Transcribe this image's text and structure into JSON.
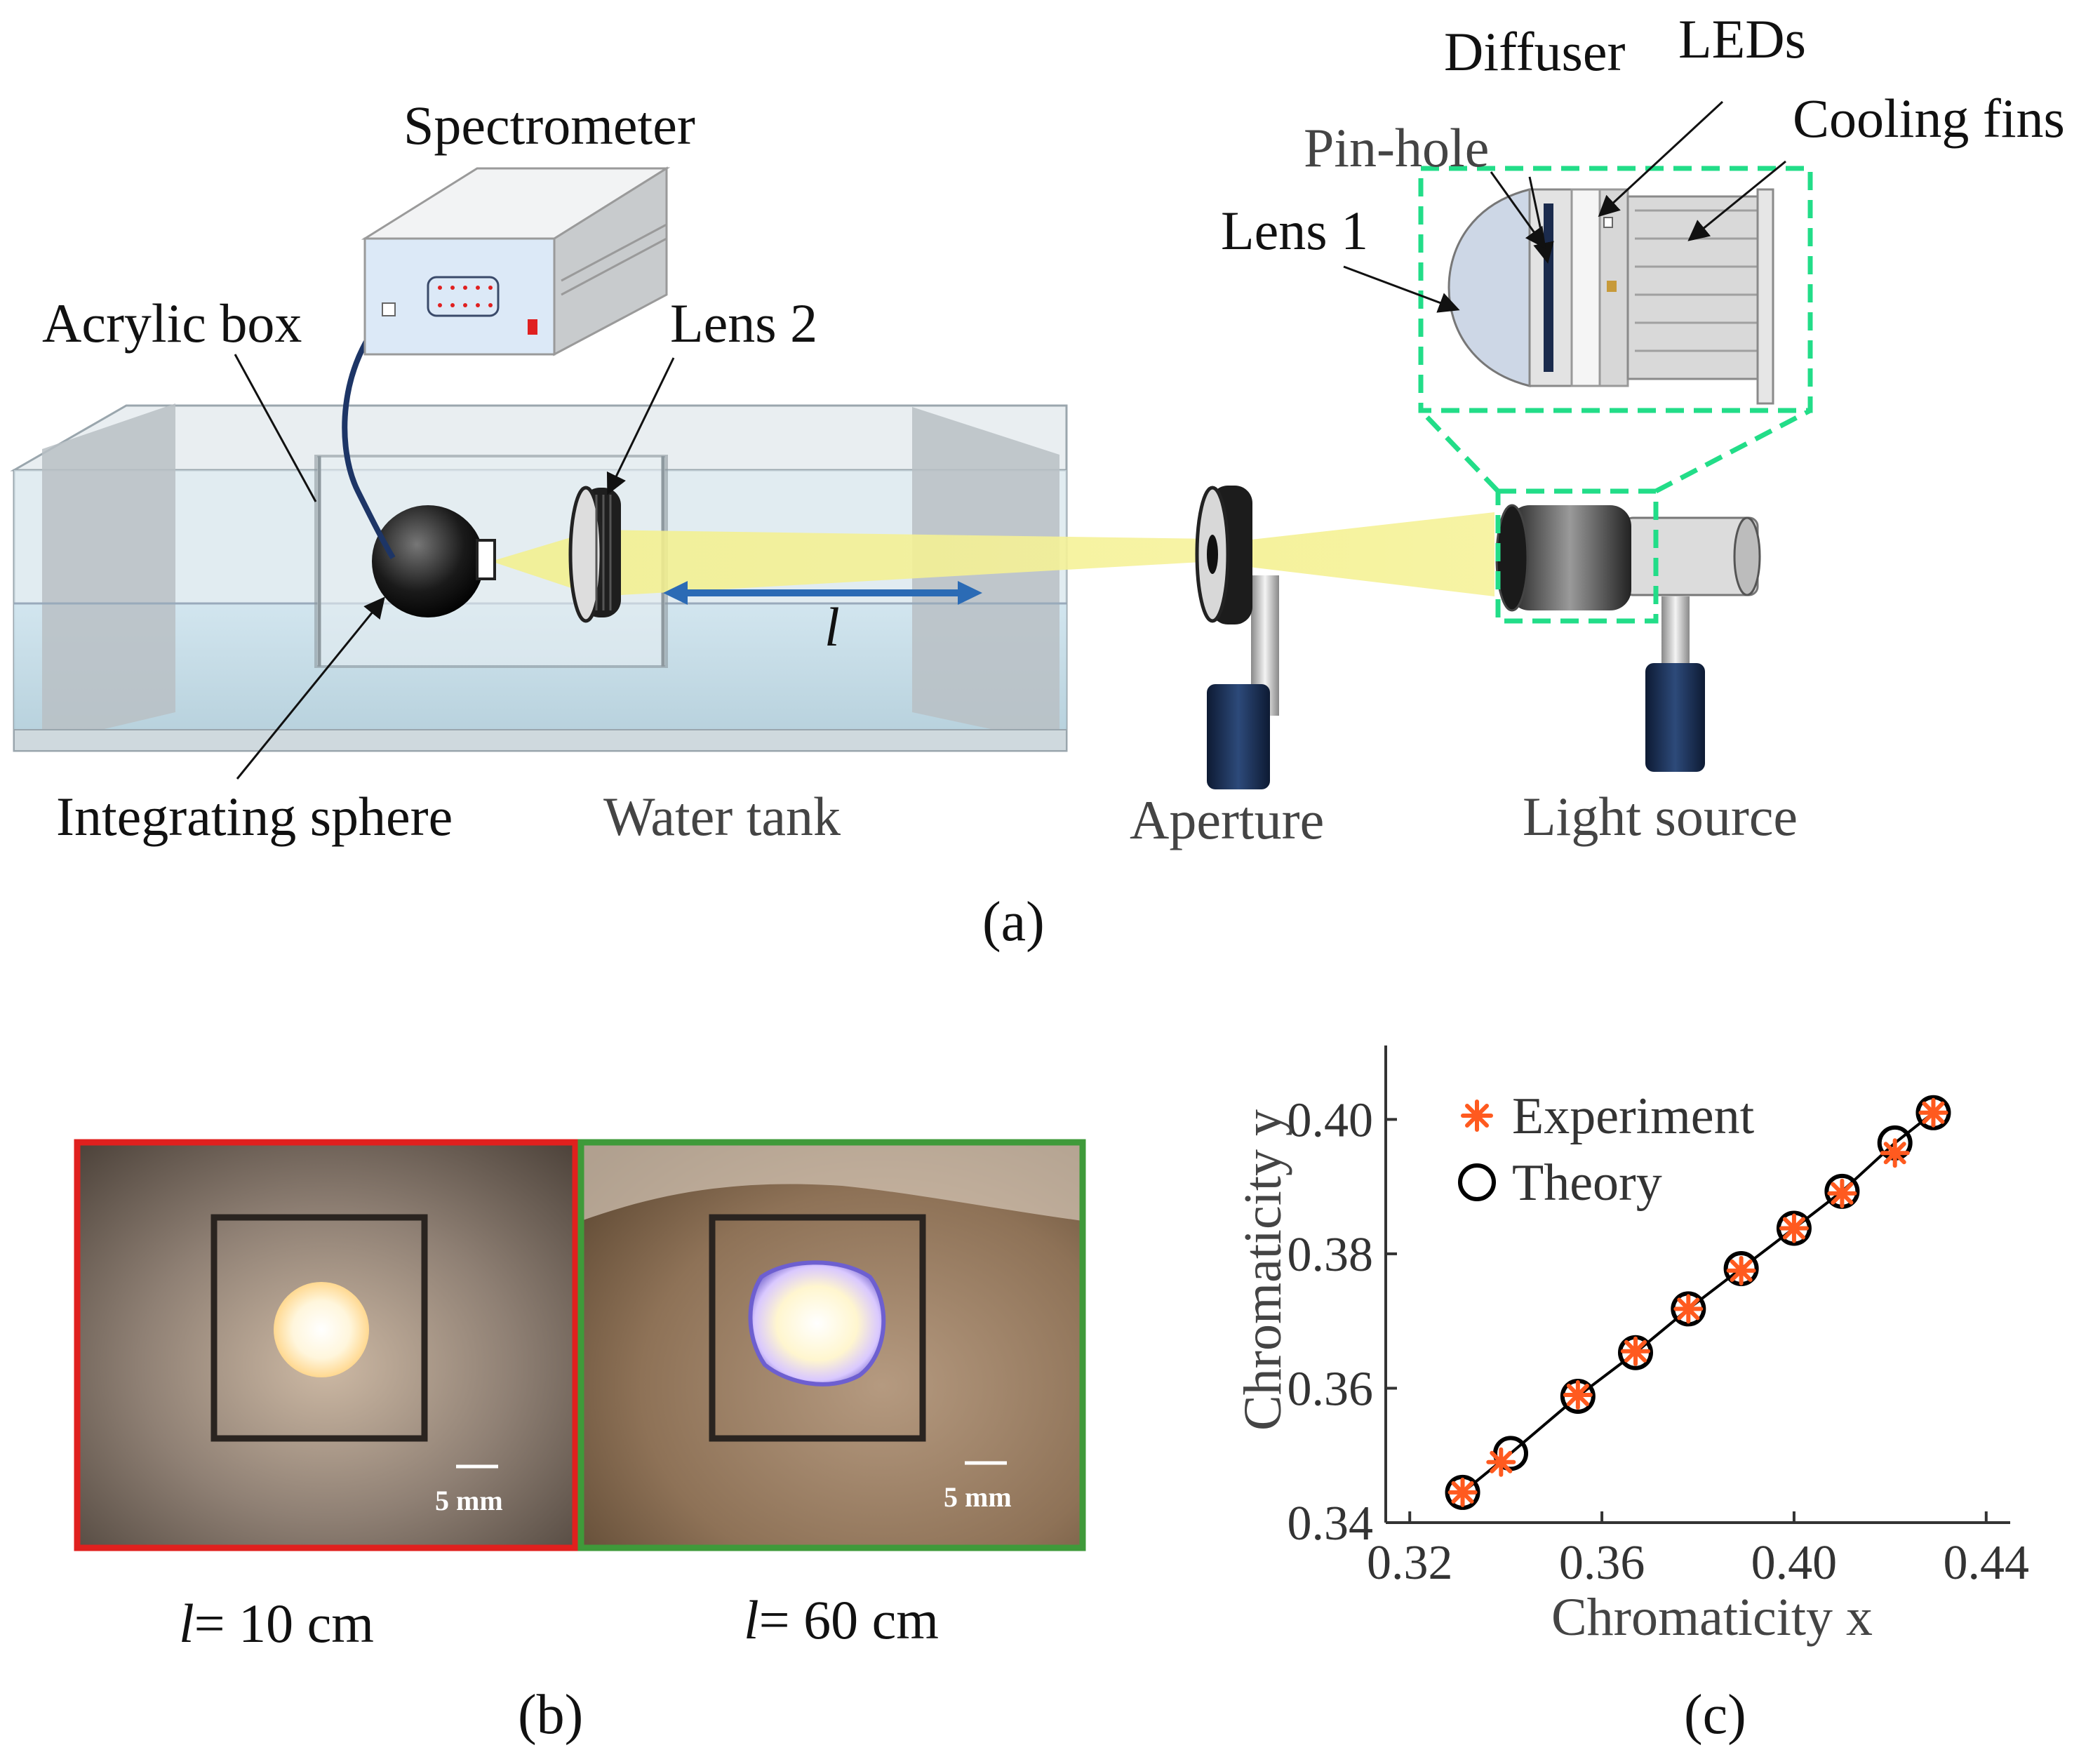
{
  "panel_a": {
    "labels": {
      "spectrometer": "Spectrometer",
      "acrylic_box": "Acrylic box",
      "lens2": "Lens 2",
      "integrating_sphere": "Integrating sphere",
      "water_tank": "Water tank",
      "distance": "l",
      "aperture": "Aperture",
      "light_source": "Light source",
      "diffuser": "Diffuser",
      "leds": "LEDs",
      "pinhole": "Pin-hole",
      "cooling_fins": "Cooling fins",
      "lens1": "Lens 1"
    },
    "caption": "(a)"
  },
  "panel_b": {
    "photos": [
      {
        "scale": "5 mm",
        "l_symbol": "l",
        "caption_value": "= 10 cm",
        "frame_color": "#e0201e"
      },
      {
        "scale": "5 mm",
        "l_symbol": "l",
        "caption_value": "= 60 cm",
        "frame_color": "#3f9a3a"
      }
    ],
    "caption": "(b)"
  },
  "panel_c": {
    "caption": "(c)"
  },
  "chart_data": {
    "type": "scatter",
    "xlabel": "Chromaticity x",
    "ylabel": "Chromaticity y",
    "xlim": [
      0.315,
      0.445
    ],
    "ylim": [
      0.34,
      0.411
    ],
    "xticks": [
      0.32,
      0.36,
      0.4,
      0.44
    ],
    "yticks": [
      0.34,
      0.36,
      0.38,
      0.4
    ],
    "xtick_labels": [
      "0.32",
      "0.36",
      "0.40",
      "0.44"
    ],
    "ytick_labels": [
      "0.34",
      "0.36",
      "0.38",
      "0.40"
    ],
    "grid": false,
    "legend": "top-left",
    "series": [
      {
        "name": "Experiment",
        "marker": "asterisk",
        "color": "#ff5a1f",
        "x": [
          0.331,
          0.339,
          0.355,
          0.367,
          0.378,
          0.389,
          0.4,
          0.41,
          0.421,
          0.429
        ],
        "y": [
          0.3445,
          0.349,
          0.359,
          0.3655,
          0.3718,
          0.3775,
          0.3838,
          0.389,
          0.395,
          0.401
        ]
      },
      {
        "name": "Theory",
        "marker": "circle",
        "color": "#000000",
        "line": true,
        "x": [
          0.331,
          0.341,
          0.355,
          0.367,
          0.378,
          0.389,
          0.4,
          0.41,
          0.421,
          0.429
        ],
        "y": [
          0.3445,
          0.3503,
          0.3588,
          0.3653,
          0.3718,
          0.3778,
          0.3838,
          0.3893,
          0.3965,
          0.401
        ]
      }
    ]
  }
}
